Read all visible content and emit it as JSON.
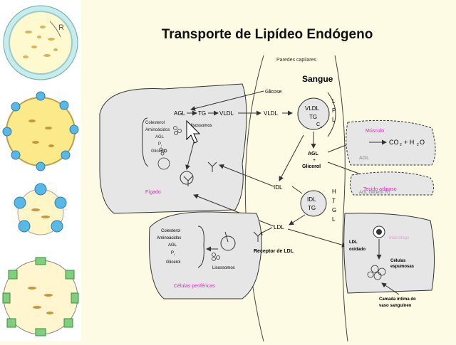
{
  "slide": {
    "title": "Transporte de Lipídeo Endógeno"
  },
  "labels": {
    "paredes_capilares": "Paredes capilares",
    "sangue": "Sangue",
    "glicose": "Glicose",
    "agl": "AGL",
    "tg": "TG",
    "vldl": "VLDL",
    "vldl2": "VLDL",
    "lisossomos_top": "lisossomos",
    "lpl": [
      "L",
      "P",
      "L"
    ],
    "vldl_particle": [
      "VLDL",
      "TG",
      "C"
    ],
    "cii_sub": "II",
    "liver_list": [
      "Colesterol",
      "Aminoácidos",
      "AGL",
      "P",
      "Glicerol"
    ],
    "pi_sub": "i",
    "figado": "Fígado",
    "agl_glicerol": [
      "AGL",
      "+",
      "Glicerol"
    ],
    "idl": "IDL",
    "idl_particle": [
      "IDL",
      "TG"
    ],
    "htgl": [
      "H",
      "T",
      "G",
      "L"
    ],
    "musculo": "Músculo",
    "co2": "CO",
    "co2_sub": "2",
    "plus_h2o": "+ H",
    "h2o_sub": "2",
    "h2o_o": "O",
    "agl_muscle": "AGL",
    "tecido_adiposo": "Tecido adiposo",
    "adipose_bottom": "AGL    Glicerol TG",
    "ldl": "LDL",
    "receptor": "Receptor de LDL",
    "periph_list": [
      "Colesterol",
      "Aminoácidos",
      "AGL",
      "P",
      "Glicerol"
    ],
    "lisossomos_periph": "Lisossomos",
    "celulas_perifericas": "Células periféricas",
    "ldl_oxidado": [
      "LDL",
      "oxidado"
    ],
    "macrofago": "Macrófago",
    "celulas_espumosas": [
      "Células",
      "espumosas"
    ],
    "camada": [
      "Camada íntima do",
      "vaso sanguíneo"
    ]
  },
  "colors": {
    "magenta": "#e020c8",
    "red": "#d11",
    "cell_fill": "#e6e6e6",
    "line": "#333333"
  },
  "sidebar_icons": [
    "lipoprotein-icon-1",
    "lipoprotein-icon-2",
    "lipoprotein-icon-3",
    "lipoprotein-icon-4"
  ]
}
